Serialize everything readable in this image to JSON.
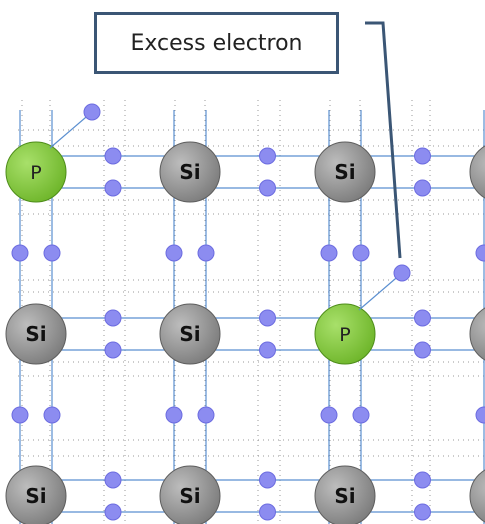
{
  "callout": {
    "text": "Excess electron"
  },
  "atoms": {
    "p_label": "P",
    "si_label": "Si"
  },
  "colors": {
    "bond_line": "#5b8fd0",
    "grid_dot": "#9a9a9a",
    "callout_border": "#3b5675",
    "electron": "#8c8cf0",
    "si_atom": "#7d7d7d",
    "p_atom": "#6fb62b"
  },
  "grid": {
    "rows": [
      [
        "P",
        "Si",
        "Si",
        "Si"
      ],
      [
        "Si",
        "Si",
        "P",
        "Si"
      ],
      [
        "Si",
        "Si",
        "Si",
        "Si"
      ]
    ]
  },
  "excess_electrons": 2
}
